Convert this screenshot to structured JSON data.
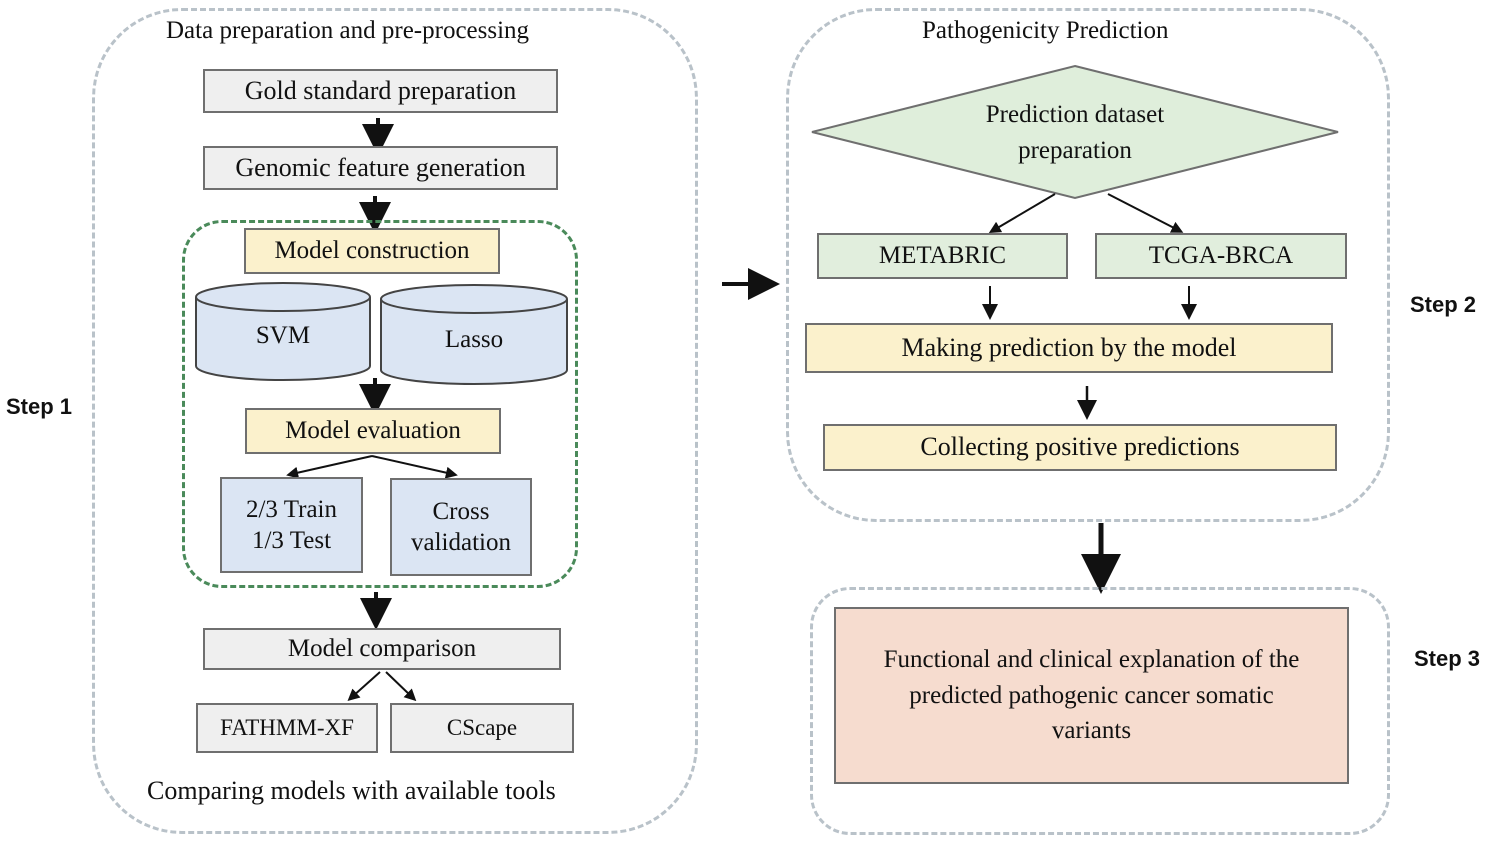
{
  "step1": {
    "panel_title": "Data preparation and pre-processing",
    "gold_standard": "Gold standard preparation",
    "genomic_feature": "Genomic feature generation",
    "model_construction": "Model construction",
    "svm": "SVM",
    "lasso": "Lasso",
    "model_evaluation": "Model evaluation",
    "train_test": "2/3 Train\n1/3 Test",
    "cross_validation": "Cross\nvalidation",
    "model_comparison": "Model comparison",
    "fathmm": "FATHMM-XF",
    "cscape": "CScape",
    "caption": "Comparing models with available tools",
    "step_label": "Step 1"
  },
  "step2": {
    "panel_title": "Pathogenicity Prediction",
    "dataset_prep": "Prediction dataset\npreparation",
    "metabric": "METABRIC",
    "tcga": "TCGA-BRCA",
    "making_prediction": "Making prediction by the model",
    "collecting": "Collecting positive predictions",
    "step_label": "Step 2"
  },
  "step3": {
    "explanation": "Functional and clinical explanation of the\npredicted pathogenic cancer somatic\nvariants",
    "step_label": "Step 3"
  },
  "colors": {
    "gray_box": "#efefef",
    "yellow_box": "#fbf1cc",
    "blue_box": "#dbe5f3",
    "green_box": "#e1eedd",
    "peach_box": "#f6dccf",
    "dashed_panel": "#b9c2c9",
    "dashed_inner": "#4a8a5a"
  }
}
